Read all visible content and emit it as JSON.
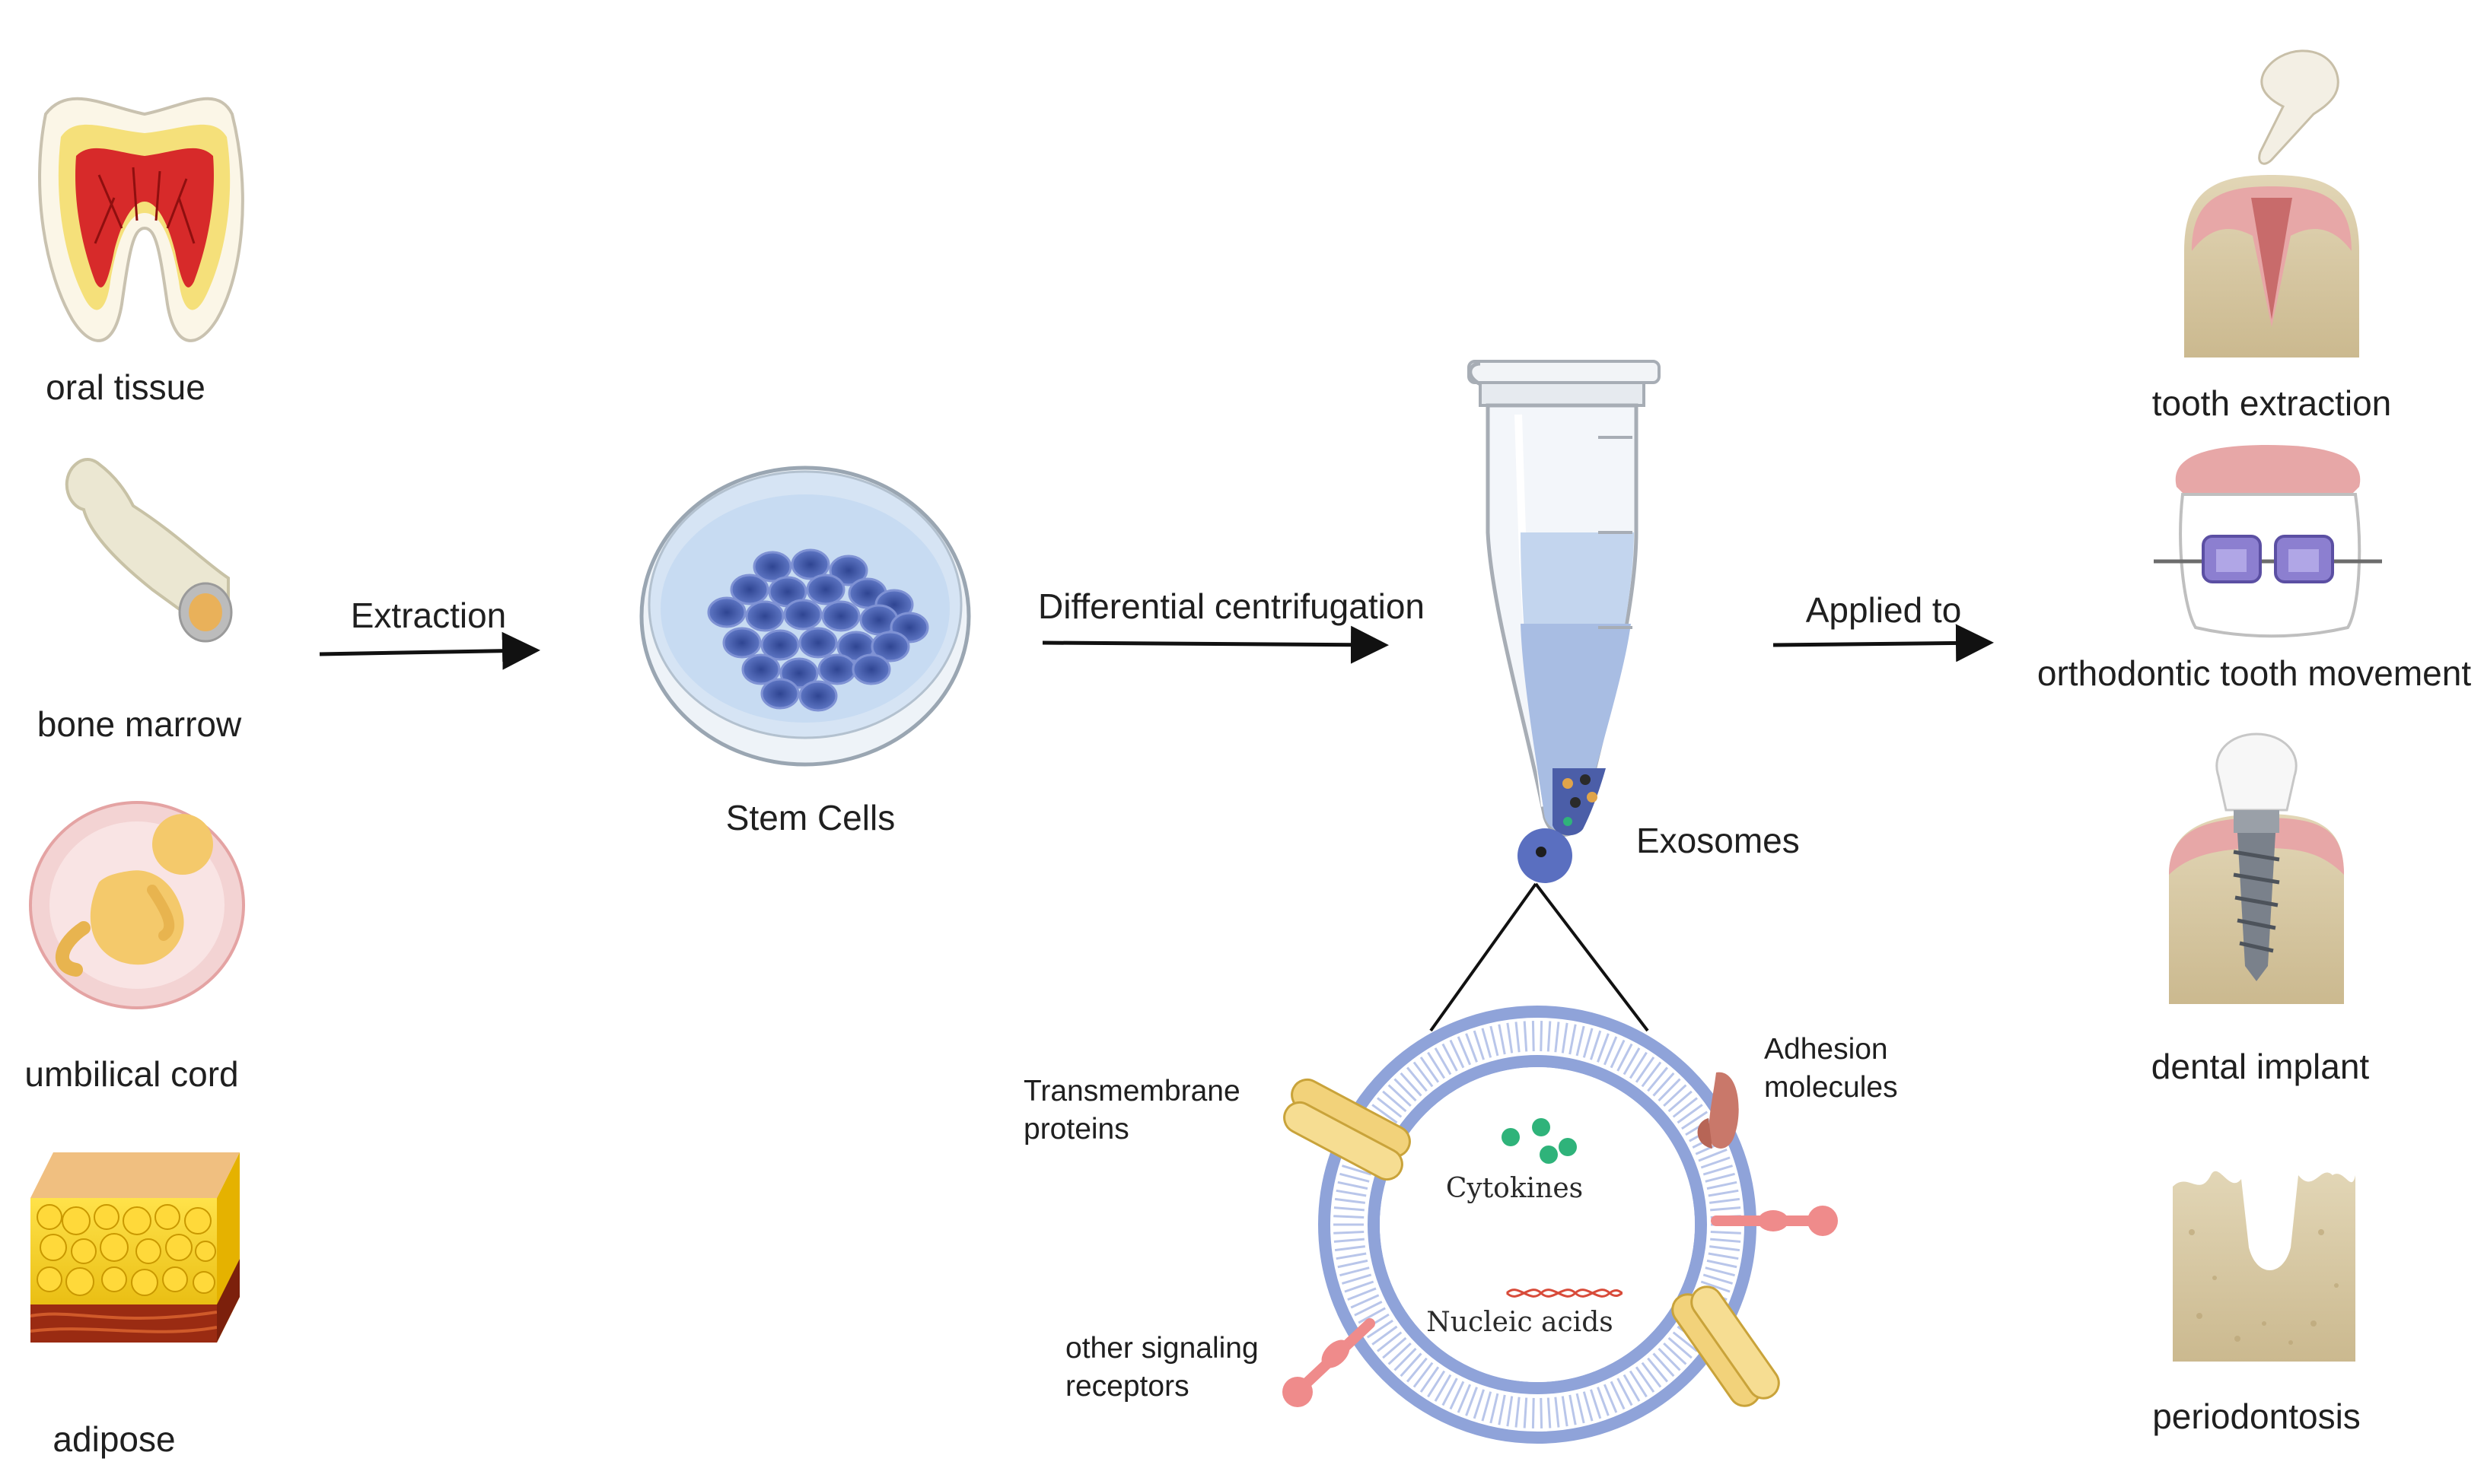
{
  "sources": {
    "oral_tissue": "oral tissue",
    "bone_marrow": "bone marrow",
    "umbilical_cord": "umbilical cord",
    "adipose": "adipose"
  },
  "steps": {
    "extraction": "Extraction",
    "stem_cells": "Stem Cells",
    "differential_centrifugation": "Differential centrifugation",
    "exosomes": "Exosomes",
    "applied_to": "Applied to"
  },
  "exosome_contents": {
    "transmembrane_proteins_line1": "Transmembrane",
    "transmembrane_proteins_line2": "proteins",
    "adhesion_molecules_line1": "Adhesion",
    "adhesion_molecules_line2": "molecules",
    "cytokines": "Cytokines",
    "nucleic_acids": "Nucleic acids",
    "other_receptors_line1": "other signaling",
    "other_receptors_line2": "receptors"
  },
  "applications": {
    "tooth_extraction": "tooth extraction",
    "orthodontic_tooth_movement": "orthodontic tooth movement",
    "dental_implant": "dental implant",
    "periodontosis": "periodontosis"
  },
  "colors": {
    "cells": "#4a63b0",
    "tube_liquid": "#b8c8ea",
    "membrane": "#8fa3d9",
    "cytokine": "#2fb37a",
    "protein": "#f2d27a",
    "adhesion": "#c9786a",
    "receptor": "#ef8b8b",
    "gum": "#e7a7a7",
    "bone": "#d8c9a3"
  }
}
